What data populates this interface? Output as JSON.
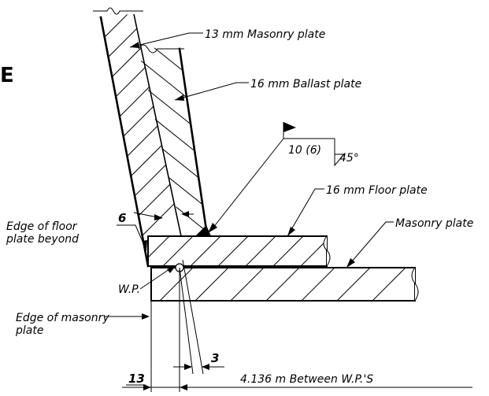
{
  "labels": {
    "masonry_plate_13": "13 mm Masonry plate",
    "ballast_plate": "16 mm Ballast plate",
    "weld_size": "10 (6)",
    "weld_angle": "45°",
    "floor_plate": "16 mm Floor plate",
    "masonry_plate": "Masonry plate",
    "edge_floor_line1": "Edge of floor",
    "edge_floor_line2": "plate beyond",
    "wp": "W.P.",
    "edge_masonry_line1": "Edge of masonry",
    "edge_masonry_line2": "plate",
    "dim_6": "6",
    "dim_3": "3",
    "dim_13": "13",
    "dim_between": "4.136 m Between W.P.'S",
    "partial_letter": "E"
  }
}
